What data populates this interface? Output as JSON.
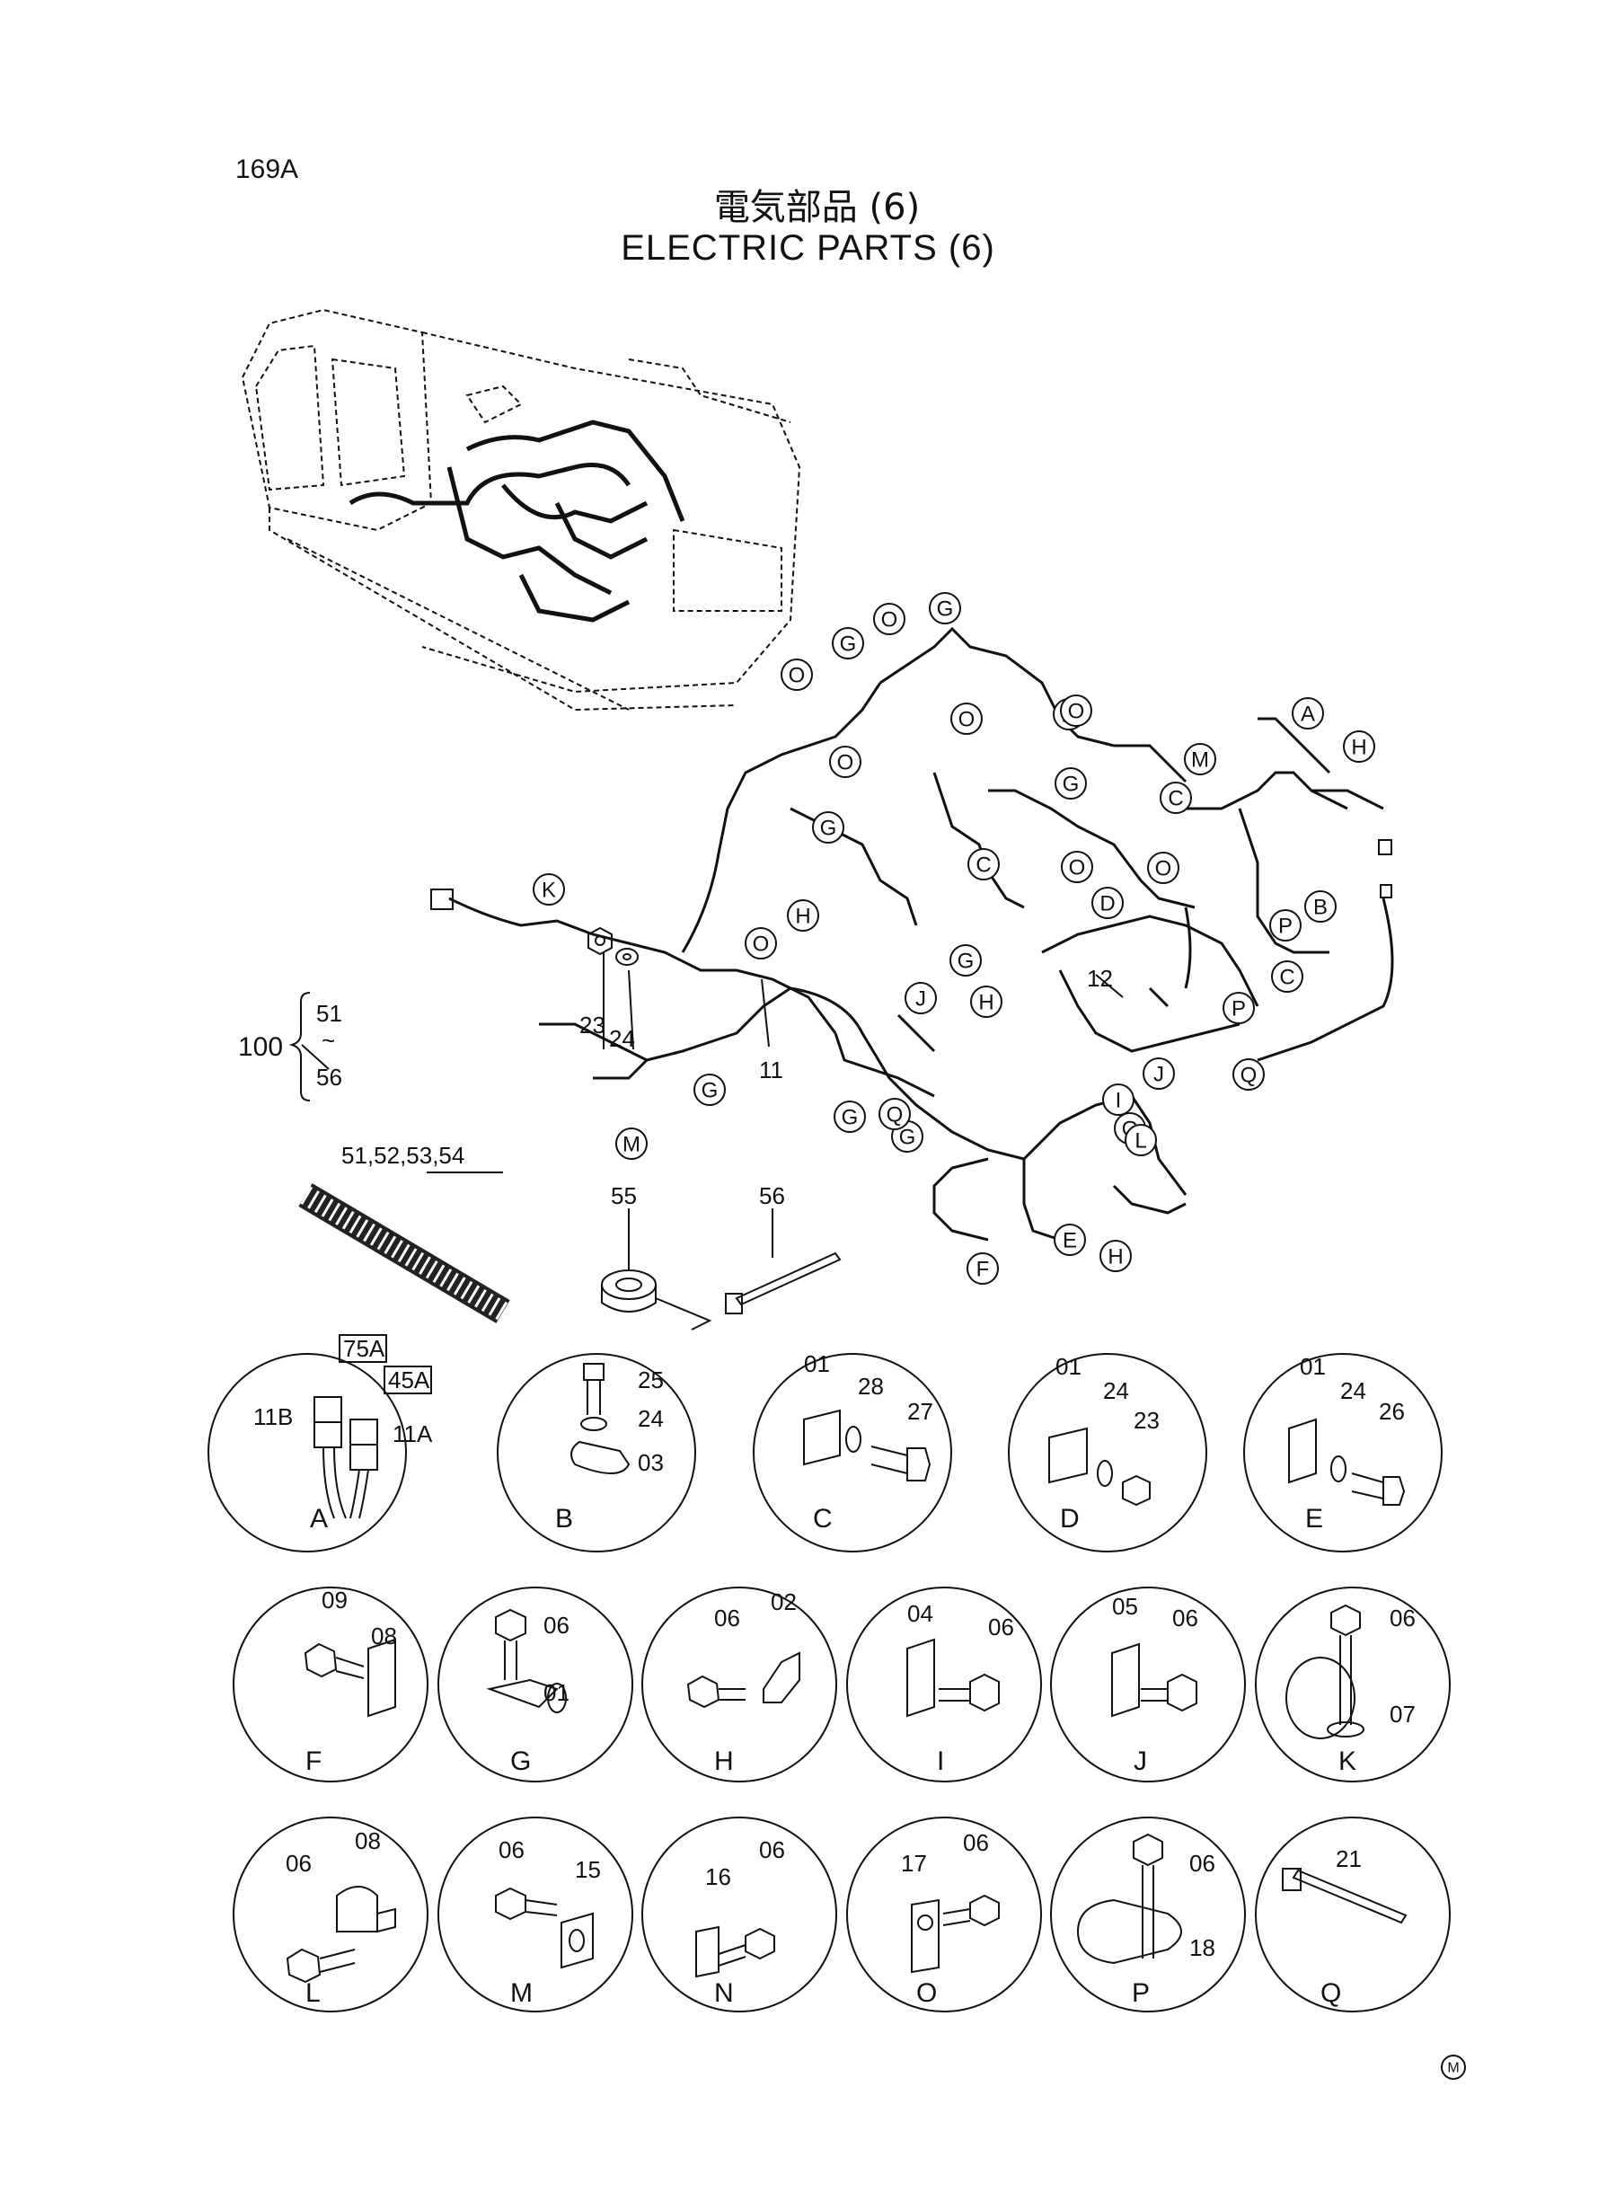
{
  "page_number": "169A",
  "title_jp": "電気部品 (6)",
  "title_en": "ELECTRIC PARTS (6)",
  "callouts_main": [
    "O",
    "G",
    "O",
    "G",
    "O",
    "N",
    "O",
    "M",
    "A",
    "H",
    "C",
    "C",
    "G",
    "O",
    "O",
    "O",
    "B",
    "K",
    "G",
    "D",
    "P",
    "H",
    "G",
    "C",
    "O",
    "H",
    "J",
    "P",
    "G",
    "G",
    "G",
    "G",
    "J",
    "I",
    "Q",
    "Q",
    "L",
    "M",
    "E",
    "F",
    "H"
  ],
  "part_labels": {
    "harness": "11",
    "harness_sub": "12",
    "nut": "23",
    "washer": "24",
    "set_number": "100",
    "set_range_start": "51",
    "set_range_sep": "~",
    "set_range_end": "56",
    "tube": "51,52,53,54",
    "tape": "55",
    "band": "56"
  },
  "details": [
    {
      "letter": "A",
      "parts": [
        "75A",
        "45A",
        "11B",
        "11A"
      ]
    },
    {
      "letter": "B",
      "parts": [
        "25",
        "24",
        "03"
      ]
    },
    {
      "letter": "C",
      "parts": [
        "01",
        "28",
        "27"
      ]
    },
    {
      "letter": "D",
      "parts": [
        "01",
        "24",
        "23"
      ]
    },
    {
      "letter": "E",
      "parts": [
        "01",
        "24",
        "26"
      ]
    },
    {
      "letter": "F",
      "parts": [
        "09",
        "08"
      ]
    },
    {
      "letter": "G",
      "parts": [
        "06",
        "01"
      ]
    },
    {
      "letter": "H",
      "parts": [
        "06",
        "02"
      ]
    },
    {
      "letter": "I",
      "parts": [
        "04",
        "06"
      ]
    },
    {
      "letter": "J",
      "parts": [
        "05",
        "06"
      ]
    },
    {
      "letter": "K",
      "parts": [
        "06",
        "07"
      ]
    },
    {
      "letter": "L",
      "parts": [
        "06",
        "08"
      ]
    },
    {
      "letter": "M",
      "parts": [
        "06",
        "15"
      ]
    },
    {
      "letter": "N",
      "parts": [
        "16",
        "06"
      ]
    },
    {
      "letter": "O",
      "parts": [
        "17",
        "06"
      ]
    },
    {
      "letter": "P",
      "parts": [
        "06",
        "18"
      ]
    },
    {
      "letter": "Q",
      "parts": [
        "21"
      ]
    }
  ],
  "corner_mark": "M"
}
